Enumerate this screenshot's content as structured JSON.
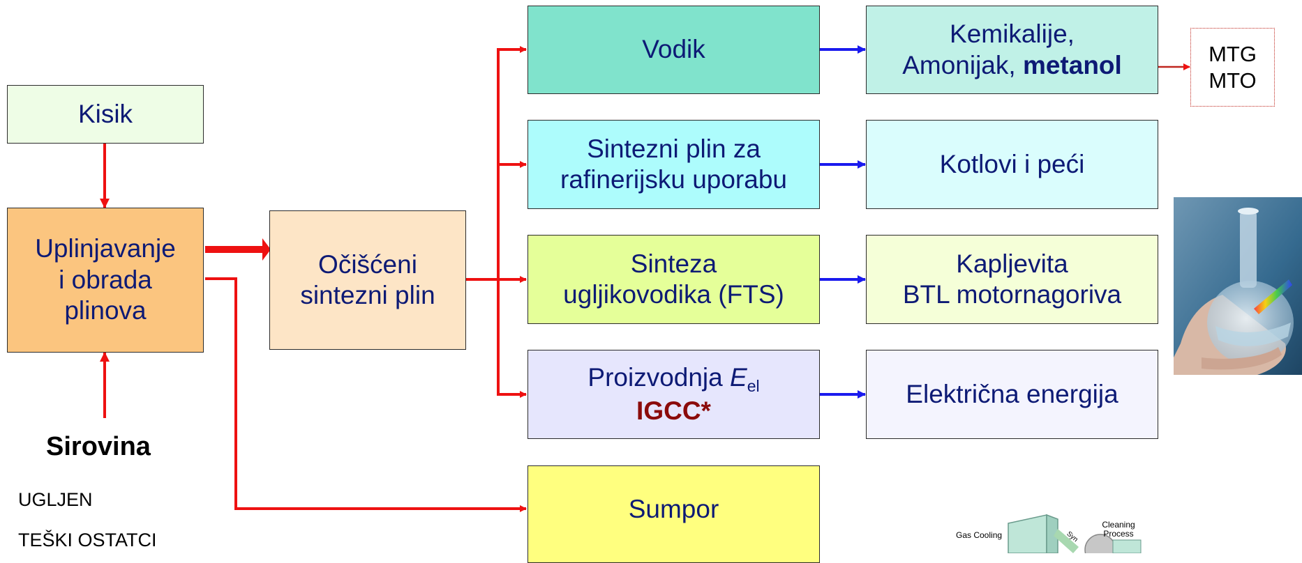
{
  "boxes": {
    "kisik": "Kisik",
    "uplinjavanje": [
      "Uplinjavanje",
      "i obrada",
      "plinova"
    ],
    "ocisceni": [
      "Očišćeni",
      "sintezni plin"
    ],
    "vodik": "Vodik",
    "sintezni_plin": [
      "Sintezni plin za",
      "rafinerijsku uporabu"
    ],
    "sinteza": [
      "Sinteza",
      "ugljikovodika (FTS)"
    ],
    "proizvodnja": {
      "text": "Proizvodnja ",
      "var": "E",
      "sub": "el",
      "line2": "IGCC*"
    },
    "sumpor": "Sumpor",
    "kemikalije": {
      "line1": "Kemikalije,",
      "line2": "Amonijak, ",
      "bold": "metanol"
    },
    "kotlovi": "Kotlovi i peći",
    "kapljevita": [
      "Kapljevita",
      "BTL motornagoriva"
    ],
    "elektricna": "Električna energija",
    "mtg": [
      "MTG",
      "MTO"
    ]
  },
  "sirovina": {
    "title": "Sirovina",
    "items": [
      "UGLJEN",
      "TEŠKI OSTATCI"
    ]
  },
  "igcc_image": {
    "labels": [
      "Gas Cooling",
      "Cleaning Process",
      "Syn"
    ]
  },
  "colors": {
    "red_arrow": "#ee1111",
    "blue_arrow": "#1a1aee",
    "kisik_fill": "#eefde6",
    "uplinjavanje_fill": "#fbc57f",
    "ocisceni_fill": "#fde5c6",
    "vodik_fill": "#80e3cc",
    "sintezni_fill": "#adfcfc",
    "sinteza_fill": "#e5ff99",
    "proizvodnja_fill": "#e6e6fd",
    "sumpor_fill": "#ffff7f",
    "kemikalije_fill": "#c0f1e7",
    "kotlovi_fill": "#dafdfd",
    "kapljevita_fill": "#f5ffd8",
    "elektricna_fill": "#f4f4fe"
  }
}
